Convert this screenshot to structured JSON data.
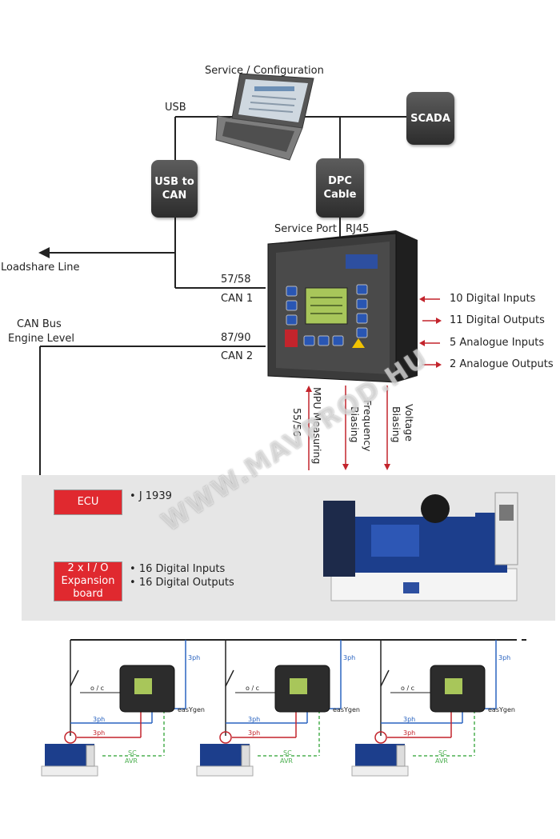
{
  "top": {
    "service_config": "Service / Configuration",
    "usb": "USB",
    "scada": "SCADA",
    "usb_to_can": [
      "USB to",
      "CAN"
    ],
    "dpc_cable": [
      "DPC",
      "Cable"
    ],
    "service_port": "Service Port",
    "rj45": "RJ45",
    "loadshare_line": "Loadshare Line",
    "can1_pins": "57/58",
    "can1": "CAN 1",
    "can_bus": "CAN Bus",
    "engine_level": "Engine Level",
    "can2_pins": "87/90",
    "can2": "CAN 2"
  },
  "io": [
    {
      "label": "10 Digital Inputs",
      "direction": "in"
    },
    {
      "label": "11 Digital Outputs",
      "direction": "out"
    },
    {
      "label": "5 Analogue Inputs",
      "direction": "in"
    },
    {
      "label": "2 Analogue Outputs",
      "direction": "out"
    }
  ],
  "vertical_signals": [
    {
      "lines": [
        "MPU Measuring",
        "55/56"
      ]
    },
    {
      "lines": [
        "Frequency",
        "Biasing"
      ]
    },
    {
      "lines": [
        "Voltage",
        "Biasing"
      ]
    }
  ],
  "devices": {
    "ecu": "ECU",
    "ecu_bullets": [
      "J 1939"
    ],
    "expansion": [
      "2 x I / O",
      "Expansion",
      "board"
    ],
    "expansion_bullets": [
      "16 Digital Inputs",
      "16 Digital Outputs"
    ]
  },
  "watermark": "WWW.MAVPROD.HU",
  "bottom": {
    "units": [
      {
        "ph_top": "3ph",
        "oc": "o / c",
        "ph_blue": "3ph",
        "ph_red": "3ph",
        "brand": "easYgen",
        "sc": "SC",
        "avr": "AVR"
      },
      {
        "ph_top": "3ph",
        "oc": "o / c",
        "ph_blue": "3ph",
        "ph_red": "3ph",
        "brand": "easYgen",
        "sc": "SC",
        "avr": "AVR"
      },
      {
        "ph_top": "3ph",
        "oc": "o / c",
        "ph_blue": "3ph",
        "ph_red": "3ph",
        "brand": "easYgen",
        "sc": "SC",
        "avr": "AVR"
      }
    ]
  },
  "colors": {
    "red_box": "#e0292f",
    "arrow_red": "#c3242c",
    "blue_line": "#2a64c0",
    "green_dash": "#4caf50"
  }
}
